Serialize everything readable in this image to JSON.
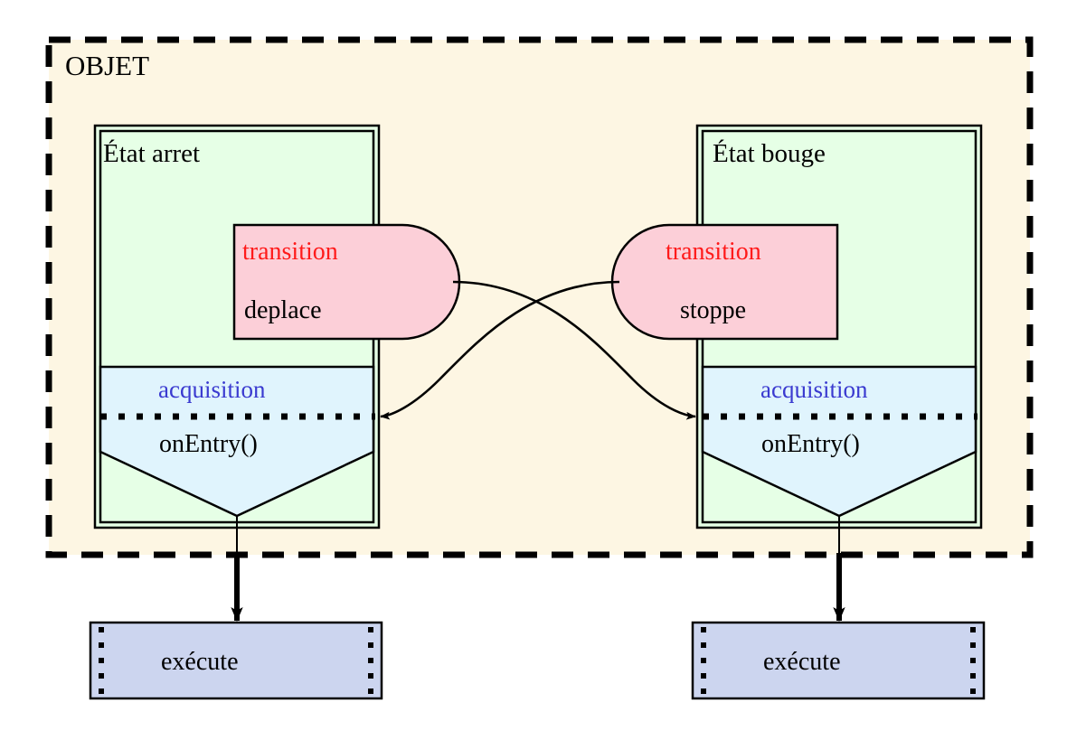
{
  "diagram": {
    "title": "OBJET",
    "container": {
      "label": "OBJET",
      "fill": "#fdf6e3",
      "border_color": "#000000",
      "border_style": "dashed"
    },
    "states": [
      {
        "id": "state-arret",
        "label": "État arret",
        "fill": "#e6ffe6",
        "transition": {
          "kind_label": "transition",
          "name_label": "deplace",
          "fill": "#fccfd8",
          "kind_color": "#ff1a1a",
          "rounded_side": "right"
        },
        "acquisition": {
          "kind_label": "acquisition",
          "name_label": "onEntry()",
          "fill": "#e0f4fd",
          "kind_color": "#3a3ad0"
        },
        "action": {
          "label": "exécute",
          "fill": "#ccd5ef"
        }
      },
      {
        "id": "state-bouge",
        "label": "État bouge",
        "fill": "#e6ffe6",
        "transition": {
          "kind_label": "transition",
          "name_label": "stoppe",
          "fill": "#fccfd8",
          "kind_color": "#ff1a1a",
          "rounded_side": "left"
        },
        "acquisition": {
          "kind_label": "acquisition",
          "name_label": "onEntry()",
          "fill": "#e0f4fd",
          "kind_color": "#3a3ad0"
        },
        "action": {
          "label": "exécute",
          "fill": "#ccd5ef"
        }
      }
    ],
    "edges": [
      {
        "id": "edge-deplace-to-bouge",
        "from": "transition-deplace",
        "to": "acquisition-bouge",
        "style": "curved-arrow"
      },
      {
        "id": "edge-stoppe-to-arret",
        "from": "transition-stoppe",
        "to": "acquisition-arret",
        "style": "curved-arrow"
      },
      {
        "id": "edge-arret-to-execute",
        "from": "state-arret",
        "to": "execute-left",
        "style": "straight-arrow"
      },
      {
        "id": "edge-bouge-to-execute",
        "from": "state-bouge",
        "to": "execute-right",
        "style": "straight-arrow"
      }
    ]
  }
}
